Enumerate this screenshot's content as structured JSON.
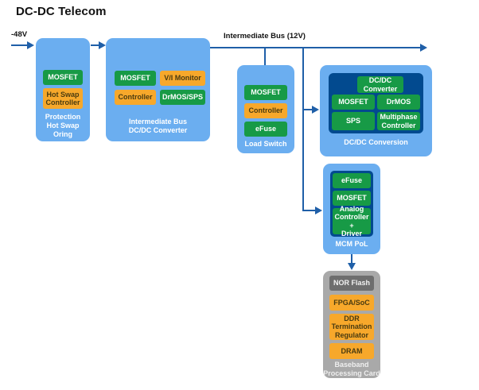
{
  "page": {
    "title": "DC-DC Telecom"
  },
  "colors": {
    "module_blue": "#6BAEF0",
    "module_gray": "#A9A9A9",
    "chip_green": "#179A46",
    "chip_orange": "#F7A82B",
    "chip_darkgray": "#6E6E6E",
    "panel_navy": "#024A8F",
    "connector_blue": "#1F5FA8"
  },
  "connectors": {
    "input_label": "-48V",
    "bus_label": "Intermediate Bus (12V)"
  },
  "modules": [
    {
      "id": "protection",
      "label": "Protection\nHot Swap\nOring",
      "label_lines": [
        "Protection",
        "Hot Swap",
        "Oring"
      ],
      "chips": [
        {
          "text": "MOSFET",
          "color": "green"
        },
        {
          "text": "Hot Swap\nController",
          "lines": [
            "Hot Swap",
            "Controller"
          ],
          "color": "orange"
        }
      ]
    },
    {
      "id": "intermediate-bus-converter",
      "label": "Intermediate Bus\nDC/DC Converter",
      "label_lines": [
        "Intermediate Bus",
        "DC/DC Converter"
      ],
      "chips": [
        {
          "text": "MOSFET",
          "color": "green"
        },
        {
          "text": "V/I Monitor",
          "color": "orange"
        },
        {
          "text": "Controller",
          "color": "orange"
        },
        {
          "text": "DrMOS/SPS",
          "color": "green"
        }
      ]
    },
    {
      "id": "load-switch",
      "label": "Load Switch",
      "label_lines": [
        "Load Switch"
      ],
      "chips": [
        {
          "text": "MOSFET",
          "color": "green"
        },
        {
          "text": "Controller",
          "color": "orange"
        },
        {
          "text": "eFuse",
          "color": "green"
        }
      ]
    },
    {
      "id": "dcdc-conversion",
      "label": "DC/DC Conversion",
      "label_lines": [
        "DC/DC Conversion"
      ],
      "chips": [
        {
          "text": "DC/DC\nConverter",
          "lines": [
            "DC/DC",
            "Converter"
          ],
          "color": "green"
        },
        {
          "text": "MOSFET",
          "color": "green"
        },
        {
          "text": "DrMOS",
          "color": "green"
        },
        {
          "text": "SPS",
          "color": "green"
        },
        {
          "text": "Multiphase\nController",
          "lines": [
            "Multiphase",
            "Controller"
          ],
          "color": "green"
        }
      ]
    },
    {
      "id": "mcm-pol",
      "label": "MCM PoL",
      "label_lines": [
        "MCM PoL"
      ],
      "chips": [
        {
          "text": "eFuse",
          "color": "green"
        },
        {
          "text": "MOSFET",
          "color": "green"
        },
        {
          "text": "Analog\nController +\nDriver",
          "lines": [
            "Analog",
            "Controller +",
            "Driver"
          ],
          "color": "green"
        }
      ]
    },
    {
      "id": "baseband-processing-card",
      "label": "Baseband\nProcessing Card",
      "label_lines": [
        "Baseband",
        "Processing Card"
      ],
      "chips": [
        {
          "text": "NOR Flash",
          "color": "darkgray"
        },
        {
          "text": "FPGA/SoC",
          "color": "orange"
        },
        {
          "text": "DDR\nTermination\nRegulator",
          "lines": [
            "DDR",
            "Termination",
            "Regulator"
          ],
          "color": "orange"
        },
        {
          "text": "DRAM",
          "color": "orange"
        }
      ]
    }
  ],
  "labels": {
    "protection_l1": "Protection",
    "protection_l2": "Hot Swap",
    "protection_l3": "Oring",
    "protection_mosfet": "MOSFET",
    "protection_hotswap_l1": "Hot Swap",
    "protection_hotswap_l2": "Controller",
    "ibc_l1": "Intermediate Bus",
    "ibc_l2": "DC/DC Converter",
    "ibc_mosfet": "MOSFET",
    "ibc_vimonitor": "V/I Monitor",
    "ibc_controller": "Controller",
    "ibc_drmos_sps": "DrMOS/SPS",
    "ls_label": "Load Switch",
    "ls_mosfet": "MOSFET",
    "ls_controller": "Controller",
    "ls_efuse": "eFuse",
    "dcdc_label": "DC/DC Conversion",
    "dcdc_conv_l1": "DC/DC",
    "dcdc_conv_l2": "Converter",
    "dcdc_mosfet": "MOSFET",
    "dcdc_drmos": "DrMOS",
    "dcdc_sps": "SPS",
    "dcdc_mp_l1": "Multiphase",
    "dcdc_mp_l2": "Controller",
    "pol_label": "MCM PoL",
    "pol_efuse": "eFuse",
    "pol_mosfet": "MOSFET",
    "pol_analog_l1": "Analog",
    "pol_analog_l2": "Controller +",
    "pol_analog_l3": "Driver",
    "bb_l1": "Baseband",
    "bb_l2": "Processing Card",
    "bb_norflash": "NOR Flash",
    "bb_fpga": "FPGA/SoC",
    "bb_ddr_l1": "DDR",
    "bb_ddr_l2": "Termination",
    "bb_ddr_l3": "Regulator",
    "bb_dram": "DRAM"
  }
}
